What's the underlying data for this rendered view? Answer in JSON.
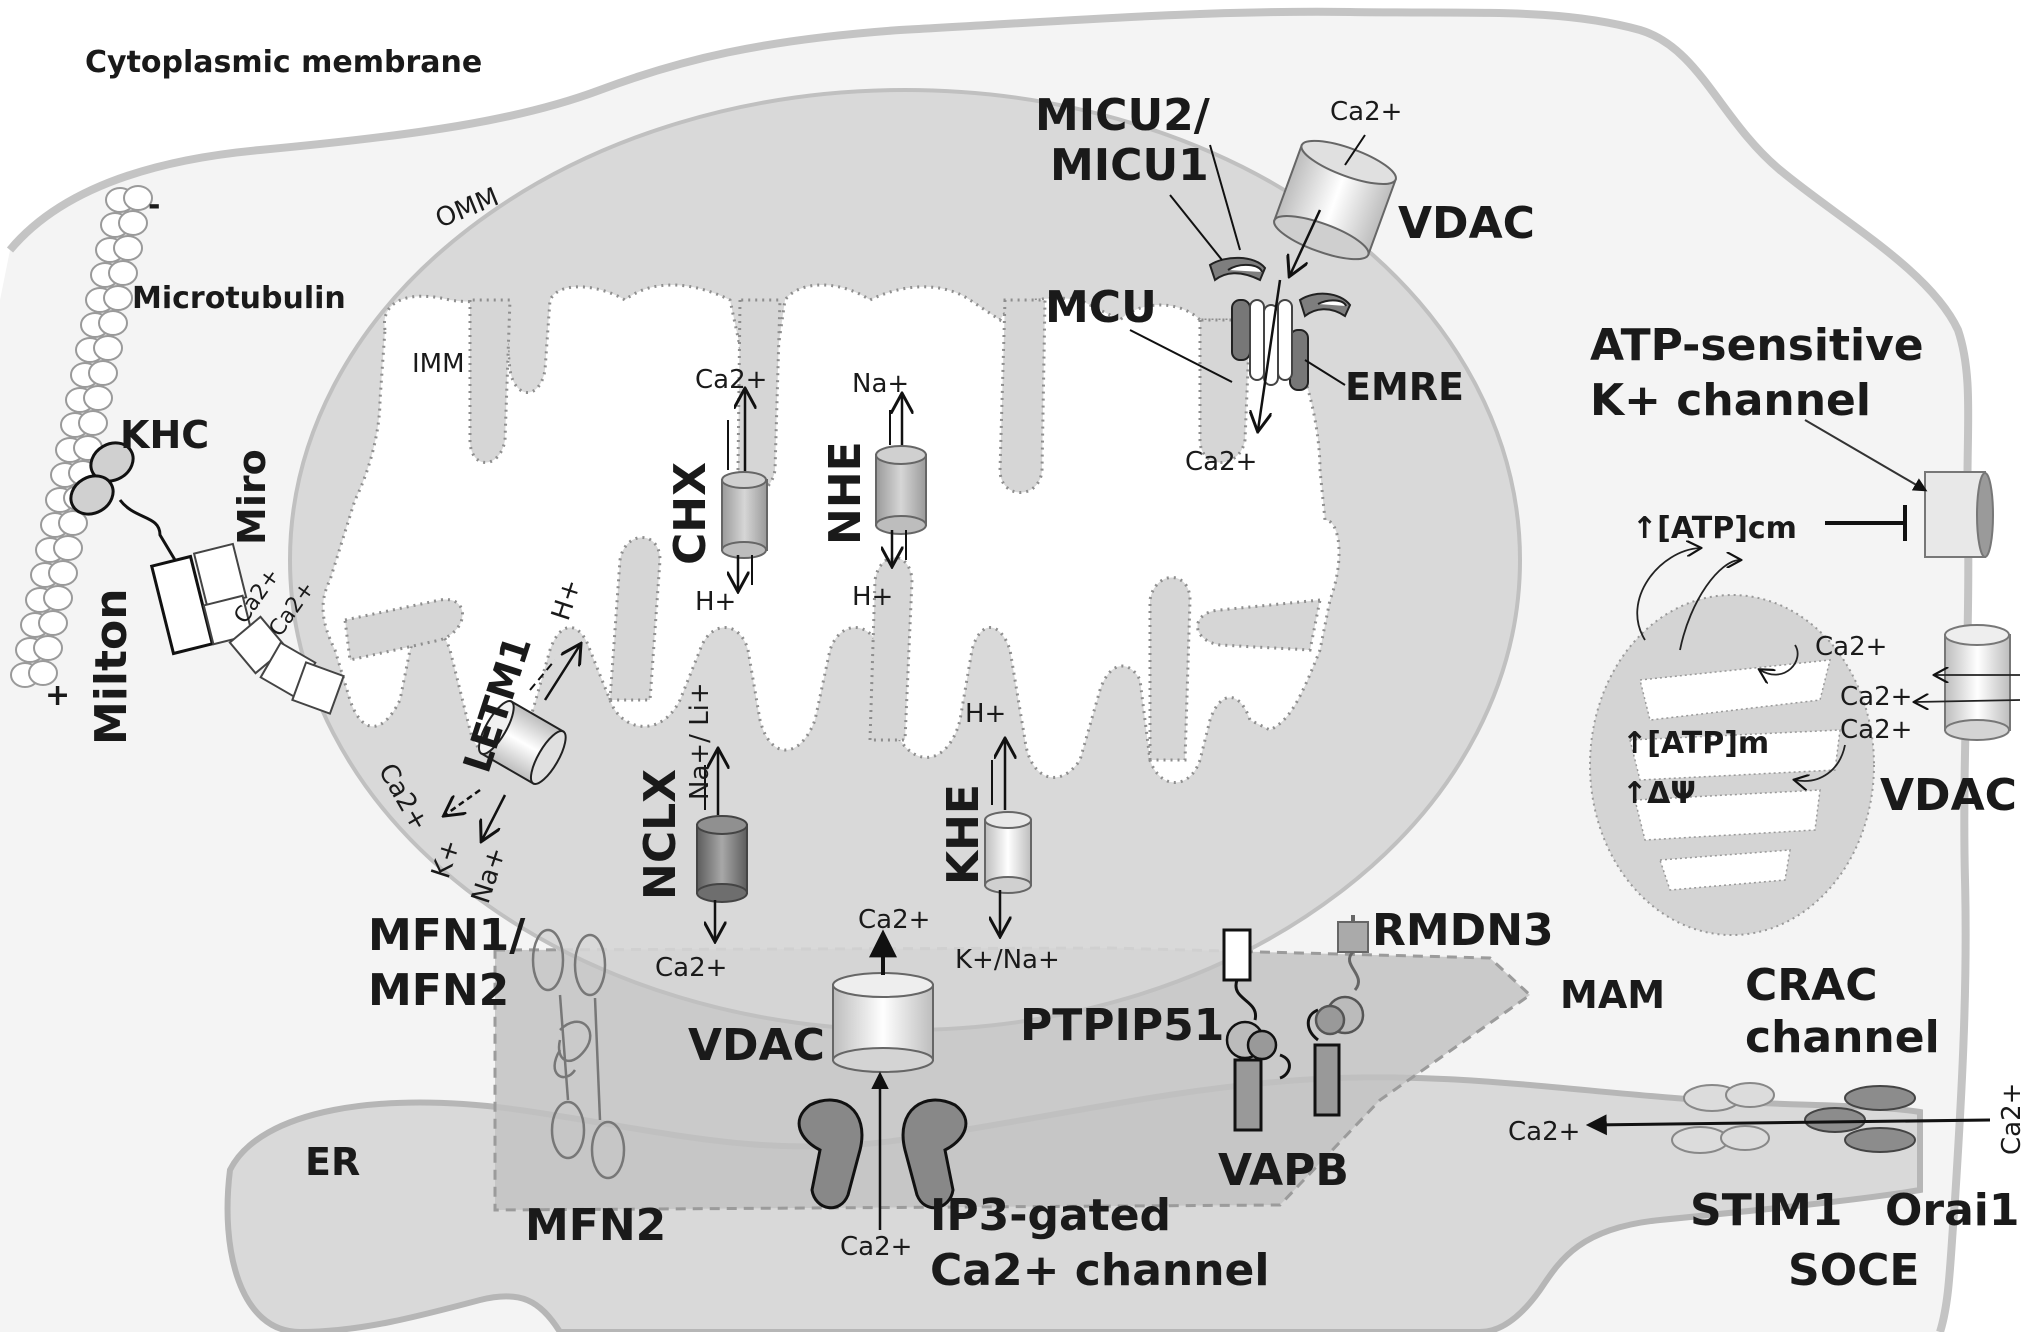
{
  "labels": {
    "cytoplasmic_membrane": "Cytoplasmic membrane",
    "omm": "OMM",
    "imm": "IMM",
    "microtubulin": "Microtubulin",
    "minus": "-",
    "plus": "+",
    "khc": "KHC",
    "miro": "Miro",
    "milton": "Milton",
    "ca2_miro_1": "Ca2+",
    "ca2_miro_2": "Ca2+",
    "micu": "MICU2/\nMICU1",
    "micu_line1": "MICU2/",
    "micu_line2": "MICU1",
    "ca2_vdac_top": "Ca2+",
    "vdac_top": "VDAC",
    "mcu": "MCU",
    "emre": "EMRE",
    "ca2_mcu_out": "Ca2+",
    "chx_ca2": "Ca2+",
    "chx": "CHX",
    "chx_h": "H+",
    "nhe_na": "Na+",
    "nhe": "NHE",
    "nhe_h": "H+",
    "letm1": "LETM1",
    "letm1_h": "H+",
    "letm1_ca2": "Ca2+",
    "letm1_k": "K+",
    "letm1_na": "Na+",
    "nclx_in": "Na+/ Li+",
    "nclx": "NCLX",
    "nclx_ca2": "Ca2+",
    "khe_h": "H+",
    "khe": "KHE",
    "khe_kna": "K+/Na+",
    "vdac_ca2_up": "Ca2+",
    "vdac_mam": "VDAC",
    "mfn1_line1": "MFN1/",
    "mfn1_line2": "MFN2",
    "mfn2": "MFN2",
    "rmdn3": "RMDN3",
    "ptpip51": "PTPIP51",
    "mam": "MAM",
    "vapb": "VAPB",
    "er": "ER",
    "ip3_line1": "IP3-gated",
    "ip3_line2": "Ca2+ channel",
    "ip3_ca2": "Ca2+",
    "atp_line1": "ATP-sensitive",
    "atp_line2": "K+ channel",
    "atp_cm": "↑[ATP]cm",
    "small_ca2_1": "Ca2+",
    "small_ca2_2": "Ca2+",
    "small_ca2_3": "Ca2+",
    "atp_m": "↑[ATP]m",
    "dpsi": "↑ΔΨ",
    "vdac_right": "VDAC",
    "crac_line1": "CRAC",
    "crac_line2": "channel",
    "crac_ca2_in": "Ca2+",
    "crac_ca2_out": "Ca2+",
    "stim1": "STIM1",
    "orai1": "Orai1",
    "soce": "SOCE"
  },
  "colors": {
    "cell_fill": "#f2f2f2",
    "membrane": "#c8c8c8",
    "mito_fill": "#d9d9d9",
    "mam_fill": "#c6c6c6",
    "er_fill": "#d4d4d4",
    "dark_protein": "#7a7a7a"
  }
}
